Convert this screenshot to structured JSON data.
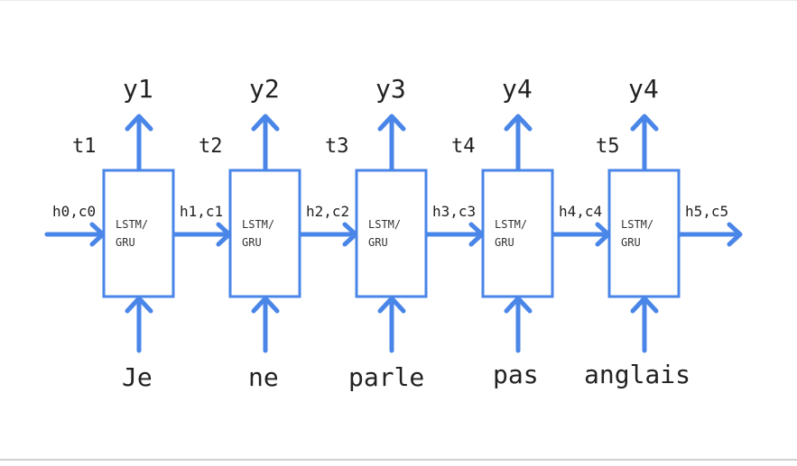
{
  "diagram": {
    "accent_color": "#4a86e8",
    "cells": [
      {
        "time": "t1",
        "output": "y1",
        "input": "Je",
        "label_line1": "LSTM/",
        "label_line2": "GRU"
      },
      {
        "time": "t2",
        "output": "y2",
        "input": "ne",
        "label_line1": "LSTM/",
        "label_line2": "GRU"
      },
      {
        "time": "t3",
        "output": "y3",
        "input": "parle",
        "label_line1": "LSTM/",
        "label_line2": "GRU"
      },
      {
        "time": "t4",
        "output": "y4",
        "input": "pas",
        "label_line1": "LSTM/",
        "label_line2": "GRU"
      },
      {
        "time": "t5",
        "output": "y4",
        "input": "anglais",
        "label_line1": "LSTM/",
        "label_line2": "GRU"
      }
    ],
    "states": [
      "h0,c0",
      "h1,c1",
      "h2,c2",
      "h3,c3",
      "h4,c4",
      "h5,c5"
    ]
  }
}
